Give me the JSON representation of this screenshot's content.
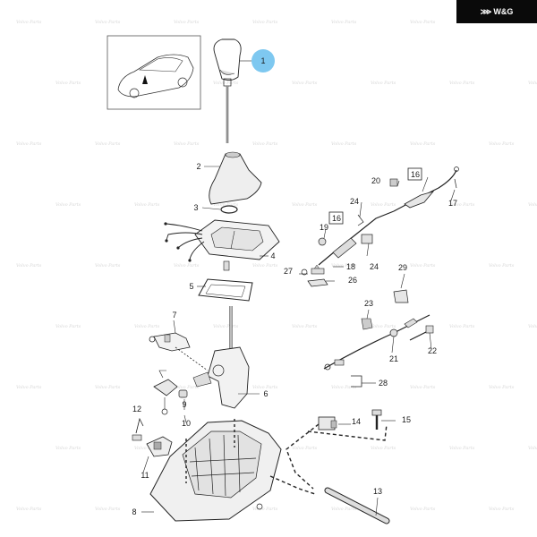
{
  "brand": {
    "mark": "⋙",
    "text": "W&G"
  },
  "watermark_text": "Volvo Parts",
  "callouts": {
    "c1": "1",
    "c2": "2",
    "c3": "3",
    "c4": "4",
    "c5": "5",
    "c6": "6",
    "c7": "7",
    "c8": "8",
    "c9": "9",
    "c10": "10",
    "c11": "11",
    "c12": "12",
    "c13": "13",
    "c14": "14",
    "c15": "15",
    "c16a": "16",
    "c16b": "16",
    "c17": "17",
    "c18": "18",
    "c19": "19",
    "c20": "20",
    "c21": "21",
    "c22": "22",
    "c23": "23",
    "c24a": "24",
    "c24b": "24",
    "c26": "26",
    "c27": "27",
    "c28": "28",
    "c29": "29"
  },
  "colors": {
    "highlight": "#7ec8f0",
    "ink": "#1a1a1a",
    "watermark": "#d6d6d6"
  }
}
